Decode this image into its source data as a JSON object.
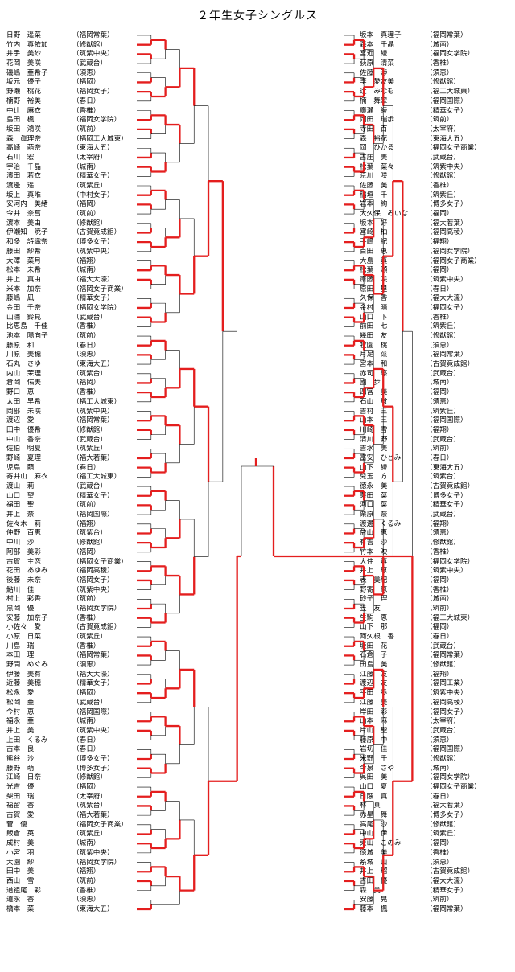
{
  "title": "２年生女子シングルス",
  "colors": {
    "winner_line": "#e41e1e",
    "bracket_line": "#000000"
  },
  "left_entries": [
    {
      "name": "日野　遥菜",
      "school": "（福岡常葉）"
    },
    {
      "name": "竹内　真依加",
      "school": "（修猷館）"
    },
    {
      "name": "井手　美紗",
      "school": "（筑紫中央）"
    },
    {
      "name": "花岡　美咲",
      "school": "（武蔵台）"
    },
    {
      "name": "磯嶋　亜希子",
      "school": "（須恵）"
    },
    {
      "name": "坂元　優子",
      "school": "（福岡）"
    },
    {
      "name": "野瀬　桃花",
      "school": "（福岡女子）"
    },
    {
      "name": "楠野　裕美",
      "school": "（春日）"
    },
    {
      "name": "中辻　麻衣",
      "school": "（香椎）"
    },
    {
      "name": "島田　楓",
      "school": "（福岡女学院）"
    },
    {
      "name": "坂田　鴻咲",
      "school": "（筑前）"
    },
    {
      "name": "森　眞理奈",
      "school": "（福岡工大城東）"
    },
    {
      "name": "高崎　萌奈",
      "school": "（東海大五）"
    },
    {
      "name": "石川　宏",
      "school": "（太宰府）"
    },
    {
      "name": "宇治　千晶",
      "school": "（城南）"
    },
    {
      "name": "濱田　若衣",
      "school": "（精華女子）"
    },
    {
      "name": "渡邊　遥",
      "school": "（筑紫丘）"
    },
    {
      "name": "坂上　真唯",
      "school": "（中村女子）"
    },
    {
      "name": "安河内　美緒",
      "school": "（福岡）"
    },
    {
      "name": "今井　奈菖",
      "school": "（筑前）"
    },
    {
      "name": "濵本　美由",
      "school": "（修猷館）"
    },
    {
      "name": "伊瀬知　暁子",
      "school": "（古賀竟成館）"
    },
    {
      "name": "和多　詩織奈",
      "school": "（博多女子）"
    },
    {
      "name": "藤田　紗希",
      "school": "（筑紫中央）"
    },
    {
      "name": "大澤　菜月",
      "school": "（福翔）"
    },
    {
      "name": "松本　未希",
      "school": "（城南）"
    },
    {
      "name": "井上　真由",
      "school": "（福大大濠）"
    },
    {
      "name": "米本　加奈",
      "school": "（福岡女子商業）"
    },
    {
      "name": "藤嶋　凪",
      "school": "（精華女子）"
    },
    {
      "name": "金田　千奈",
      "school": "（福岡女学院）"
    },
    {
      "name": "山浦　鈴見",
      "school": "（武蔵台）"
    },
    {
      "name": "比恵島　千佳",
      "school": "（香椎）"
    },
    {
      "name": "池本　陽向子",
      "school": "（筑前）"
    },
    {
      "name": "藤原　和",
      "school": "（春日）"
    },
    {
      "name": "川原　美穂",
      "school": "（須恵）"
    },
    {
      "name": "石丸　さゆ",
      "school": "（東海大五）"
    },
    {
      "name": "内山　茉理",
      "school": "（筑紫台）"
    },
    {
      "name": "倉岡　佑美",
      "school": "（福岡）"
    },
    {
      "name": "野口　恵",
      "school": "（香椎）"
    },
    {
      "name": "太田　早希",
      "school": "（福工大城東）"
    },
    {
      "name": "岡部　未咲",
      "school": "（筑紫中央）"
    },
    {
      "name": "渡辺　愛",
      "school": "（福岡常葉）"
    },
    {
      "name": "田中　優希",
      "school": "（修猷館）"
    },
    {
      "name": "中山　香奈",
      "school": "（武蔵台）"
    },
    {
      "name": "佐伯　明夏",
      "school": "（筑紫丘）"
    },
    {
      "name": "野崎　夏理",
      "school": "（福大若葉）"
    },
    {
      "name": "児島　萌",
      "school": "（春日）"
    },
    {
      "name": "寄井山　麻衣",
      "school": "（福工大城東）"
    },
    {
      "name": "渡山　莉",
      "school": "（武蔵台）"
    },
    {
      "name": "山口　望",
      "school": "（精華女子）"
    },
    {
      "name": "福田　聖",
      "school": "（筑前）"
    },
    {
      "name": "井上　奈",
      "school": "（福岡国際）"
    },
    {
      "name": "佐々木　莉",
      "school": "（福翔）"
    },
    {
      "name": "仲野　百恵",
      "school": "（筑紫台）"
    },
    {
      "name": "中川　沙",
      "school": "（修猷館）"
    },
    {
      "name": "阿部　美彩",
      "school": "（福岡）"
    },
    {
      "name": "古賀　主恋",
      "school": "（福岡女子商業）"
    },
    {
      "name": "花田　あゆみ",
      "school": "（福岡高稜）"
    },
    {
      "name": "後藤　未奈",
      "school": "（福岡女子）"
    },
    {
      "name": "鮎川　佳",
      "school": "（筑紫中央）"
    },
    {
      "name": "村上　彩香",
      "school": "（筑前）"
    },
    {
      "name": "黒岡　優",
      "school": "（福岡女学院）"
    },
    {
      "name": "安藤　加奈子",
      "school": "（香椎）"
    },
    {
      "name": "小佐々　愛",
      "school": "（古賀竟成館）"
    },
    {
      "name": "小原　日菜",
      "school": "（筑紫丘）"
    },
    {
      "name": "川島　瑞",
      "school": "（香椎）"
    },
    {
      "name": "本田　理",
      "school": "（福岡常葉）"
    },
    {
      "name": "野間　めぐみ",
      "school": "（須恵）"
    },
    {
      "name": "伊藤　美有",
      "school": "（福大大濠）"
    },
    {
      "name": "近藤　美穂",
      "school": "（精華女子）"
    },
    {
      "name": "松永　愛",
      "school": "（福岡）"
    },
    {
      "name": "松岡　亜",
      "school": "（武蔵台）"
    },
    {
      "name": "今村　恵",
      "school": "（福岡国際）"
    },
    {
      "name": "福永　亜",
      "school": "（城南）"
    },
    {
      "name": "井上　美",
      "school": "（筑紫中央）"
    },
    {
      "name": "上田　くるみ",
      "school": "（春日）"
    },
    {
      "name": "古本　良",
      "school": "（春日）"
    },
    {
      "name": "熊谷　沙",
      "school": "（博多女子）"
    },
    {
      "name": "藤野　萌",
      "school": "（博多女子）"
    },
    {
      "name": "江崎　日奈",
      "school": "（修猷館）"
    },
    {
      "name": "光吉　優",
      "school": "（福岡）"
    },
    {
      "name": "柴田　瑞",
      "school": "（太宰府）"
    },
    {
      "name": "福留　香",
      "school": "（筑紫台）"
    },
    {
      "name": "古賀　愛",
      "school": "（福大若葉）"
    },
    {
      "name": "菅　優",
      "school": "（福岡女子商業）"
    },
    {
      "name": "飯倉　英",
      "school": "（筑紫丘）"
    },
    {
      "name": "成村　美",
      "school": "（城南）"
    },
    {
      "name": "小宮　羽",
      "school": "（筑紫中央）"
    },
    {
      "name": "大園　紗",
      "school": "（福岡女学院）"
    },
    {
      "name": "田中　美",
      "school": "（福翔）"
    },
    {
      "name": "西山　雪",
      "school": "（筑前）"
    },
    {
      "name": "道祖尾　彩",
      "school": "（香椎）"
    },
    {
      "name": "道永　香",
      "school": "（須恵）"
    },
    {
      "name": "橋本　菜",
      "school": "（東海大五）"
    }
  ],
  "right_entries": [
    {
      "name": "坂本　真理子",
      "school": "（福岡常葉）"
    },
    {
      "name": "森本　千晶",
      "school": "（城南）"
    },
    {
      "name": "宮近　綾",
      "school": "（福岡女学院）"
    },
    {
      "name": "荻原　清菜",
      "school": "（香椎）"
    },
    {
      "name": "佐藤　渉",
      "school": "（須恵）"
    },
    {
      "name": "李　愛友美",
      "school": "（修猷館）"
    },
    {
      "name": "辻　みなも",
      "school": "（福工大城東）"
    },
    {
      "name": "楠　舞翠",
      "school": "（福岡国際）"
    },
    {
      "name": "廣瀬　綾",
      "school": "（精華女子）"
    },
    {
      "name": "岡田　瑞歩",
      "school": "（筑前）"
    },
    {
      "name": "寺田　百",
      "school": "（太宰府）"
    },
    {
      "name": "森　裕花",
      "school": "（東海大五）"
    },
    {
      "name": "岡　ひかる",
      "school": "（福岡女子商業）"
    },
    {
      "name": "古庄　美",
      "school": "（武蔵台）"
    },
    {
      "name": "松葉　菜々",
      "school": "（筑紫中央）"
    },
    {
      "name": "荒川　咲",
      "school": "（修猷館）"
    },
    {
      "name": "佐藤　美",
      "school": "（香椎）"
    },
    {
      "name": "稲垣　千",
      "school": "（筑紫丘）"
    },
    {
      "name": "岩本　絢",
      "school": "（博多女子）"
    },
    {
      "name": "大久保　みいな",
      "school": "（福岡）"
    },
    {
      "name": "坂本　好",
      "school": "（福大若葉）"
    },
    {
      "name": "宮崎　柚",
      "school": "（福岡高稜）"
    },
    {
      "name": "手嶋　紀",
      "school": "（福翔）"
    },
    {
      "name": "百田　恵",
      "school": "（福岡女学院）"
    },
    {
      "name": "大島　真",
      "school": "（福岡女子商業）"
    },
    {
      "name": "松葉　瀬",
      "school": "（福岡）"
    },
    {
      "name": "斎藤　咲",
      "school": "（筑紫中央）"
    },
    {
      "name": "原田　里",
      "school": "（春日）"
    },
    {
      "name": "久保　香",
      "school": "（福大大濠）"
    },
    {
      "name": "金村　暗",
      "school": "（福岡女子）"
    },
    {
      "name": "山口　下",
      "school": "（香椎）"
    },
    {
      "name": "前田　七",
      "school": "（筑紫丘）"
    },
    {
      "name": "幾田　友",
      "school": "（修猷館）"
    },
    {
      "name": "牧園　桃",
      "school": "（須恵）"
    },
    {
      "name": "月足　菜",
      "school": "（福岡常葉）"
    },
    {
      "name": "宮本　和",
      "school": "（古賀竟成館）"
    },
    {
      "name": "赤司　悠",
      "school": "（武蔵台）"
    },
    {
      "name": "國　步",
      "school": "（城南）"
    },
    {
      "name": "四宮　美",
      "school": "（福岡）"
    },
    {
      "name": "石山　蛍",
      "school": "（須恵）"
    },
    {
      "name": "吉村　三",
      "school": "（筑紫丘）"
    },
    {
      "name": "山本　三",
      "school": "（福岡国際）"
    },
    {
      "name": "川崎　雪",
      "school": "（福翔）"
    },
    {
      "name": "清川　野",
      "school": "（武蔵台）"
    },
    {
      "name": "吉水　美",
      "school": "（筑前）"
    },
    {
      "name": "富安　ひとみ",
      "school": "（春日）"
    },
    {
      "name": "山下　綾",
      "school": "（東海大五）"
    },
    {
      "name": "兒玉　方",
      "school": "（筑紫台）"
    },
    {
      "name": "徳永　美",
      "school": "（古賀竟成館）"
    },
    {
      "name": "栗田　菜",
      "school": "（博多女子）"
    },
    {
      "name": "河口　菜",
      "school": "（精華女子）"
    },
    {
      "name": "栗原　奈",
      "school": "（武蔵台）"
    },
    {
      "name": "渡邊　くるみ",
      "school": "（福翔）"
    },
    {
      "name": "益山　恵",
      "school": "（須恵）"
    },
    {
      "name": "有吉　沙",
      "school": "（修猷館）"
    },
    {
      "name": "竹本　映",
      "school": "（香椎）"
    },
    {
      "name": "大住　真",
      "school": "（福岡女学院）"
    },
    {
      "name": "井上　恵",
      "school": "（筑紫中央）"
    },
    {
      "name": "表　美紀",
      "school": "（福岡）"
    },
    {
      "name": "野寄　恵",
      "school": "（香椎）"
    },
    {
      "name": "砂子　理",
      "school": "（城南）"
    },
    {
      "name": "笠　友",
      "school": "（筑前）"
    },
    {
      "name": "生駒　恵",
      "school": "（福工大城東）"
    },
    {
      "name": "山下　那",
      "school": "（福岡）"
    },
    {
      "name": "阿久根　香",
      "school": "（春日）"
    },
    {
      "name": "坂田　花",
      "school": "（武蔵台）"
    },
    {
      "name": "石倉　子",
      "school": "（福岡常葉）"
    },
    {
      "name": "田島　美",
      "school": "（修猷館）"
    },
    {
      "name": "江藤　友",
      "school": "（福翔）"
    },
    {
      "name": "渡辺　友",
      "school": "（福岡工業）"
    },
    {
      "name": "平田　歩",
      "school": "（筑紫中央）"
    },
    {
      "name": "江藤　美",
      "school": "（福岡高稜）"
    },
    {
      "name": "岸田　彩",
      "school": "（福岡女子）"
    },
    {
      "name": "山本　麻",
      "school": "（太宰府）"
    },
    {
      "name": "片山　聖",
      "school": "（武蔵台）"
    },
    {
      "name": "藤原　中",
      "school": "（須恵）"
    },
    {
      "name": "岩切　佳",
      "school": "（福岡国際）"
    },
    {
      "name": "米野　千",
      "school": "（修猷館）"
    },
    {
      "name": "今泉　さや",
      "school": "（城南）"
    },
    {
      "name": "呉田　美",
      "school": "（福岡女学院）"
    },
    {
      "name": "山口　夏",
      "school": "（福岡女子商業）"
    },
    {
      "name": "日隈　真",
      "school": "（春日）"
    },
    {
      "name": "林　真",
      "school": "（福大若葉）"
    },
    {
      "name": "赤星　舞",
      "school": "（博多女子）"
    },
    {
      "name": "高尾　沙",
      "school": "（修猷館）"
    },
    {
      "name": "中山　伊",
      "school": "（筑紫丘）"
    },
    {
      "name": "東山　このみ",
      "school": "（福岡）"
    },
    {
      "name": "徳城　美",
      "school": "（香椎）"
    },
    {
      "name": "糸城　山",
      "school": "（須恵）"
    },
    {
      "name": "井上　瑠",
      "school": "（古賀竟成館）"
    },
    {
      "name": "吉田　優",
      "school": "（福大大濠）"
    },
    {
      "name": "森　美",
      "school": "（精華女子）"
    },
    {
      "name": "安藤　晃",
      "school": "（筑前）"
    },
    {
      "name": "藤本　楓",
      "school": "（福岡常葉）"
    }
  ]
}
